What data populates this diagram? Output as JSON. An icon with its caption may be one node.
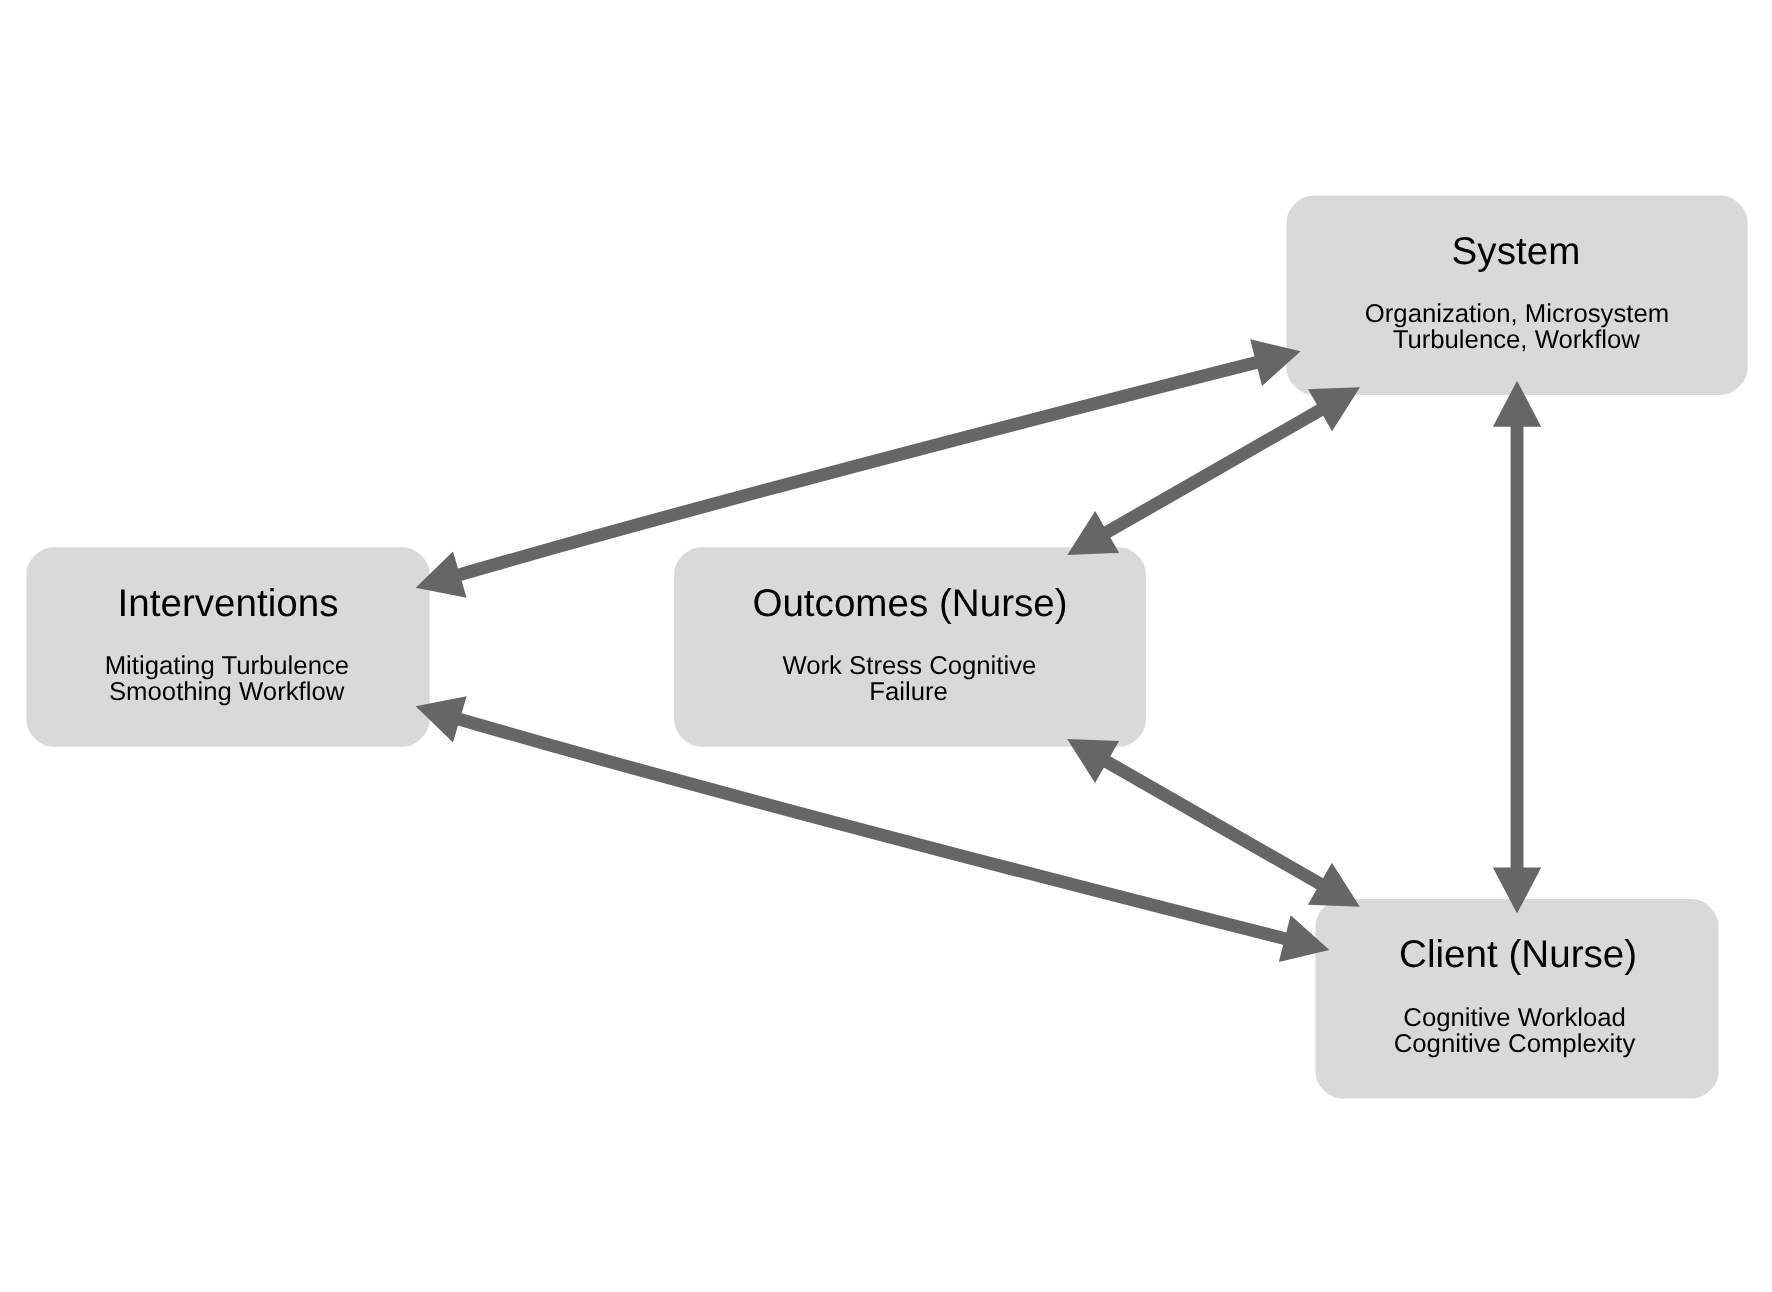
{
  "diagram": {
    "nodes": [
      {
        "text": [
          "System",
          "Organization, Microsystem Turbulence, Workflow"
        ]
      },
      {
        "text": [
          "Interventions",
          "Mitigating Turbulence Smoothing Workflow"
        ]
      },
      {
        "text": [
          "Outcomes (Nurse)",
          "Work Stress Cognitive Failure"
        ]
      },
      {
        "text": [
          "Client (Nurse)",
          "Cognitive Workload Cognitive Complexity"
        ]
      }
    ],
    "edges": [
      {
        "from": 0,
        "to": 1,
        "arrow": "both"
      },
      {
        "from": 0,
        "to": 2,
        "arrow": "both"
      },
      {
        "from": 0,
        "to": 3,
        "arrow": "both"
      },
      {
        "from": 1,
        "to": 3,
        "arrow": "both"
      },
      {
        "from": 2,
        "to": 3,
        "arrow": "both"
      }
    ]
  }
}
